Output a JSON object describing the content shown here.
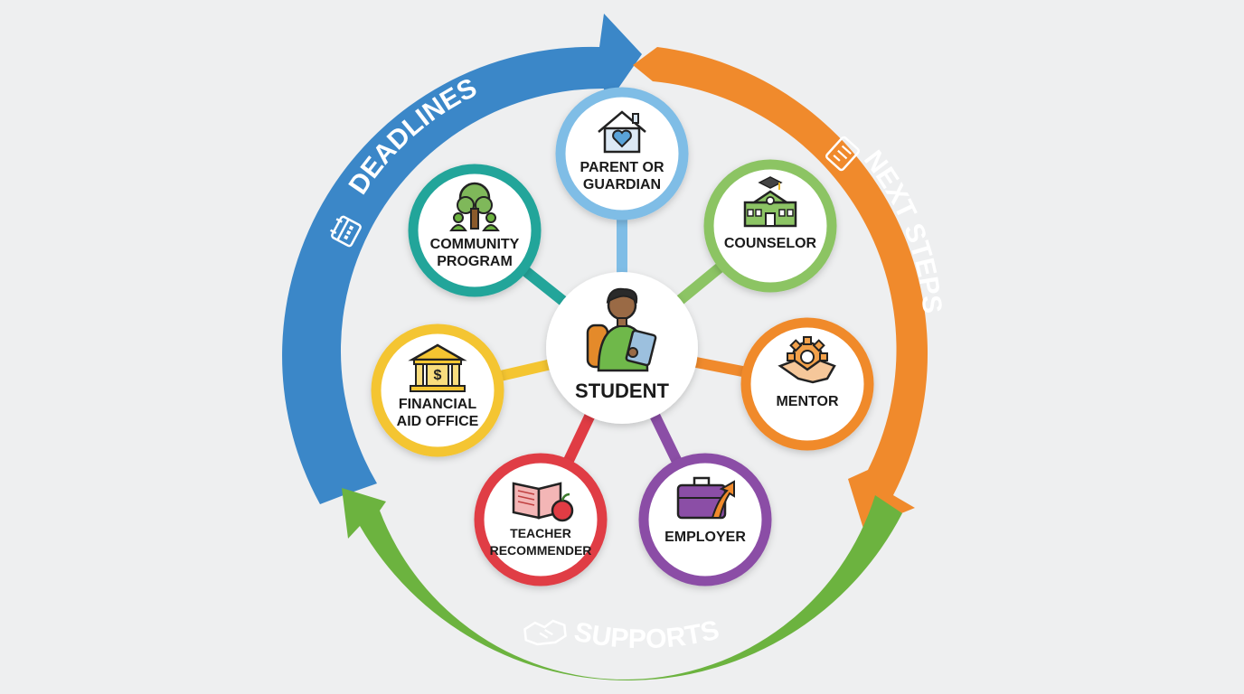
{
  "center": {
    "label": "STUDENT",
    "icon": "student-with-tablet-icon"
  },
  "cycle": [
    {
      "id": "deadlines",
      "label": "DEADLINES",
      "color": "#3b87c8",
      "icon": "calendar-icon"
    },
    {
      "id": "next-steps",
      "label": "NEXT STEPS",
      "color": "#f08a2c",
      "icon": "checklist-icon"
    },
    {
      "id": "supports",
      "label": "SUPPORTS",
      "color": "#6cb33f",
      "icon": "handshake-icon"
    }
  ],
  "nodes": [
    {
      "id": "parent",
      "lines": [
        "PARENT OR",
        "GUARDIAN"
      ],
      "color": "#7fbde6",
      "icon": "home-heart-icon"
    },
    {
      "id": "counselor",
      "lines": [
        "COUNSELOR"
      ],
      "color": "#8cc464",
      "icon": "school-building-icon"
    },
    {
      "id": "mentor",
      "lines": [
        "MENTOR"
      ],
      "color": "#f08a2c",
      "icon": "gear-handshake-icon"
    },
    {
      "id": "employer",
      "lines": [
        "EMPLOYER"
      ],
      "color": "#8b4ea6",
      "icon": "briefcase-arrow-icon"
    },
    {
      "id": "teacher",
      "lines": [
        "TEACHER",
        "RECOMMENDER"
      ],
      "color": "#e03c44",
      "icon": "book-apple-icon"
    },
    {
      "id": "financial",
      "lines": [
        "FINANCIAL",
        "AID OFFICE"
      ],
      "color": "#f4c531",
      "icon": "bank-icon"
    },
    {
      "id": "community",
      "lines": [
        "COMMUNITY",
        "PROGRAM"
      ],
      "color": "#23a59a",
      "icon": "tree-people-icon"
    }
  ]
}
